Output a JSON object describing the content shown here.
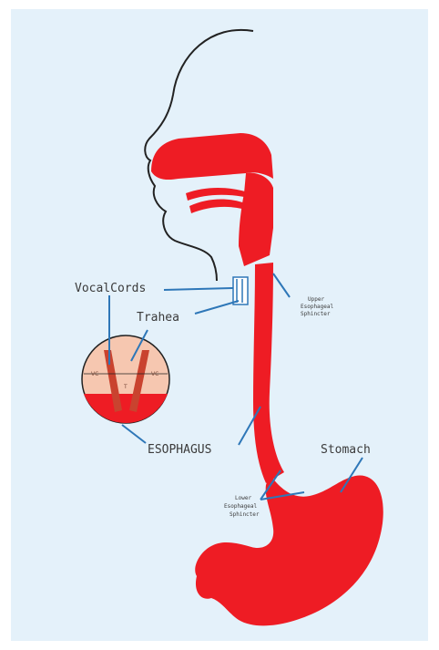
{
  "colors": {
    "background": "#e4f1fa",
    "tract": "#ee1c24",
    "leader": "#2e77b8",
    "outline": "#222222",
    "larynx_fill": "#f6c7b0",
    "cord": "#c9432f"
  },
  "labels": {
    "vocal_cords": "VocalCords",
    "trachea": "Trahea",
    "upper_sphincter": [
      "Upper",
      "Esophageal",
      "Sphincter"
    ],
    "esophagus": "ESOPHAGUS",
    "stomach": "Stomach",
    "lower_sphincter": [
      "Lower",
      "Esophageal",
      "Sphincter"
    ]
  },
  "inset_marks": {
    "left": "VC",
    "center": "T",
    "right": "VC"
  }
}
